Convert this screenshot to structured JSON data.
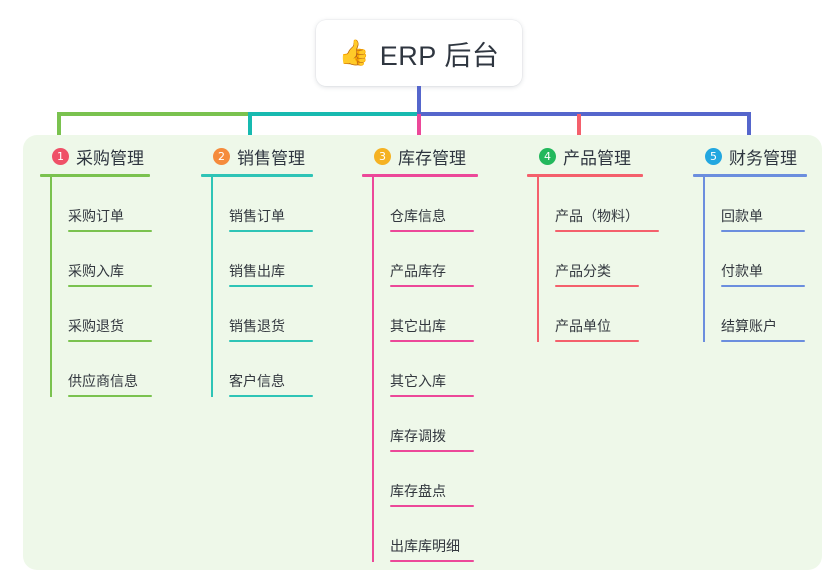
{
  "root": {
    "icon": "thumbs-up-icon",
    "emoji": "👍",
    "title": "ERP 后台"
  },
  "palette": {
    "panel_background": "#eef8e9",
    "page_background": "#ffffff",
    "root_trunk": "#5566cc",
    "connector_green": "#7ac24f",
    "connector_teal": "#17bab0",
    "connector_blue": "#5566cc",
    "text": "#2f3640"
  },
  "columns": [
    {
      "number": "1",
      "title": "采购管理",
      "badge_color": "#ef5168",
      "line_color": "#7ac24f",
      "items": [
        {
          "label": "采购订单"
        },
        {
          "label": "采购入库"
        },
        {
          "label": "采购退货"
        },
        {
          "label": "供应商信息"
        }
      ]
    },
    {
      "number": "2",
      "title": "销售管理",
      "badge_color": "#f58b3c",
      "line_color": "#2ec4b6",
      "items": [
        {
          "label": "销售订单"
        },
        {
          "label": "销售出库"
        },
        {
          "label": "销售退货"
        },
        {
          "label": "客户信息"
        }
      ]
    },
    {
      "number": "3",
      "title": "库存管理",
      "badge_color": "#f5b223",
      "line_color": "#ec4899",
      "items": [
        {
          "label": "仓库信息"
        },
        {
          "label": "产品库存"
        },
        {
          "label": "其它出库"
        },
        {
          "label": "其它入库"
        },
        {
          "label": "库存调拨"
        },
        {
          "label": "库存盘点"
        },
        {
          "label": "出库库明细"
        }
      ]
    },
    {
      "number": "4",
      "title": "产品管理",
      "badge_color": "#23b85c",
      "line_color": "#f4606c",
      "items": [
        {
          "label": "产品（物料）"
        },
        {
          "label": "产品分类"
        },
        {
          "label": "产品单位"
        }
      ]
    },
    {
      "number": "5",
      "title": "财务管理",
      "badge_color": "#22a7e0",
      "line_color": "#6b8ede",
      "items": [
        {
          "label": "回款单"
        },
        {
          "label": "付款单"
        },
        {
          "label": "结算账户"
        }
      ]
    }
  ]
}
